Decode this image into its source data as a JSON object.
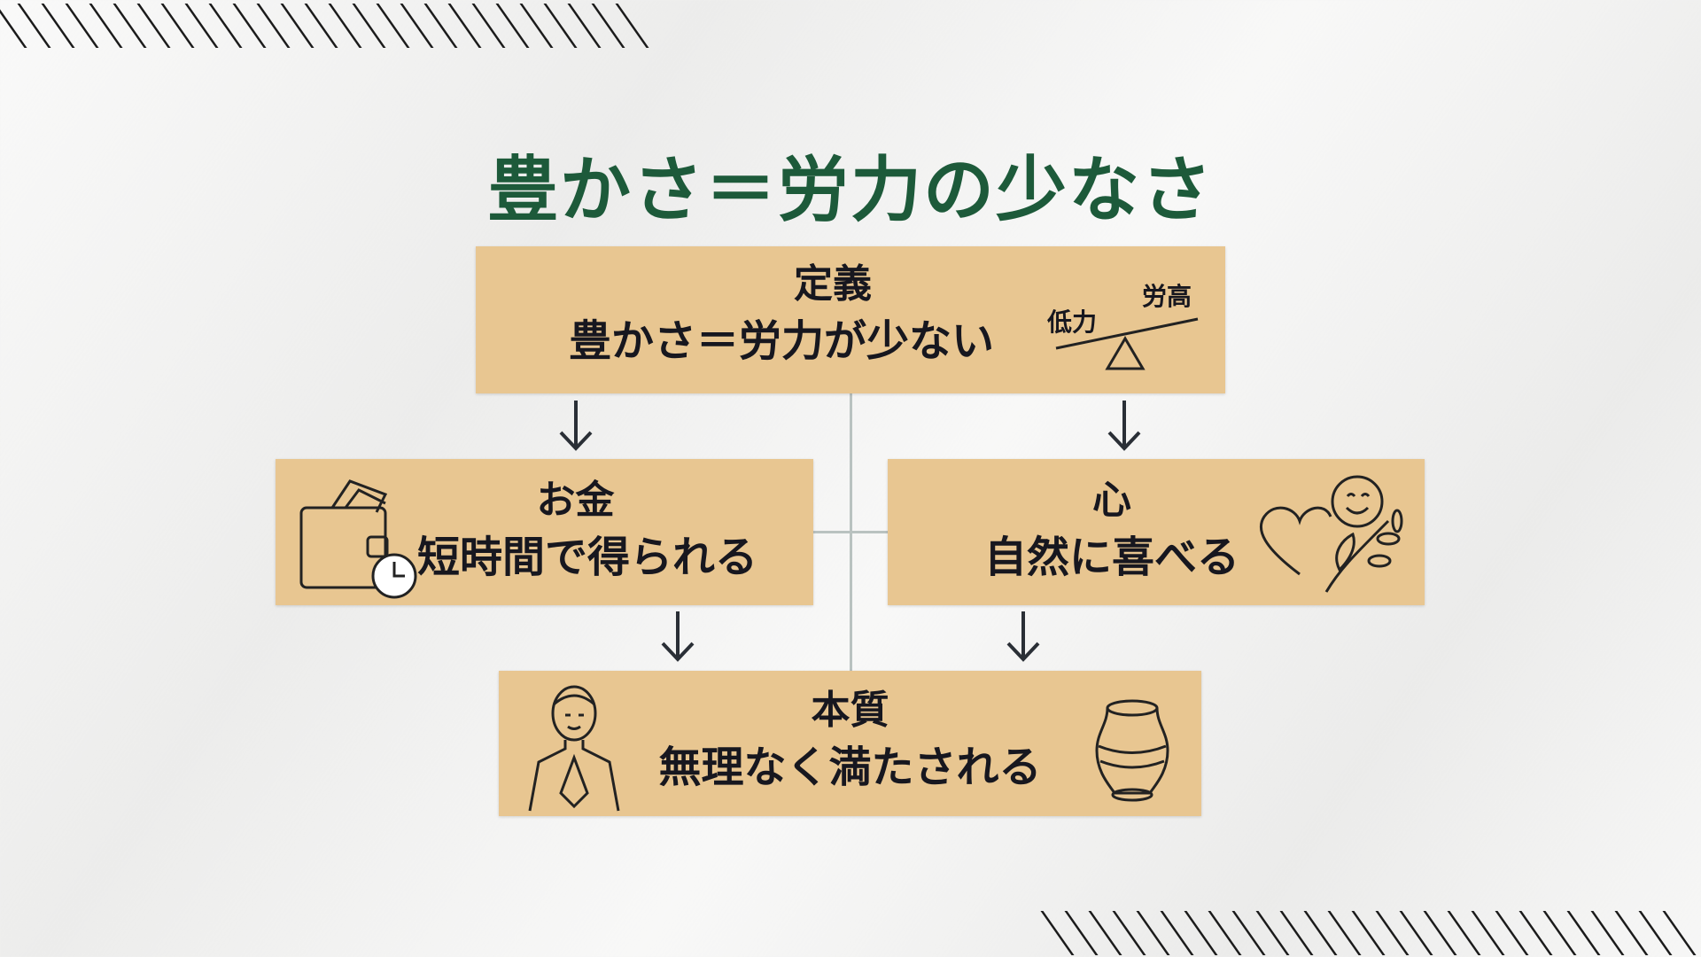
{
  "title": "豊かさ＝労力の少なさ",
  "definition": {
    "heading": "定義",
    "text": "豊かさ＝労力が少ない",
    "scale_low": "低力",
    "scale_high": "労高"
  },
  "money": {
    "heading": "お金",
    "text": "短時間で得られる"
  },
  "heart": {
    "heading": "心",
    "text": "自然に喜べる"
  },
  "essence": {
    "heading": "本質",
    "text": "無理なく満たされる"
  },
  "colors": {
    "box": "#e8c691",
    "title": "#1d5a3a",
    "text": "#17171f"
  }
}
